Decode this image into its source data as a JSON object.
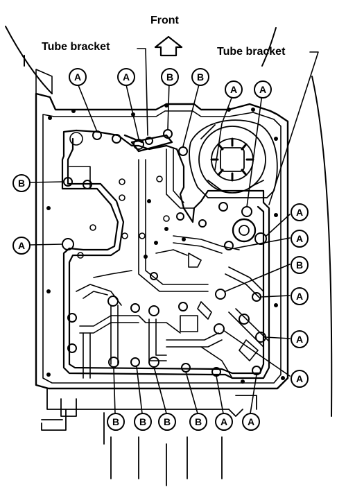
{
  "labels": {
    "front": "Front",
    "tube_bracket_left": "Tube bracket",
    "tube_bracket_right": "Tube bracket"
  },
  "bolt_type_a": "A",
  "bolt_type_b": "B",
  "callouts_top": [
    "A",
    "A",
    "B",
    "B",
    "A",
    "A"
  ],
  "callouts_left": [
    "B",
    "A"
  ],
  "callouts_right": [
    "A",
    "A",
    "B",
    "A",
    "A",
    "A"
  ],
  "callouts_bottom": [
    "B",
    "B",
    "B",
    "B",
    "A",
    "A"
  ],
  "colors": {
    "ink": "#000000",
    "paper": "#ffffff"
  }
}
